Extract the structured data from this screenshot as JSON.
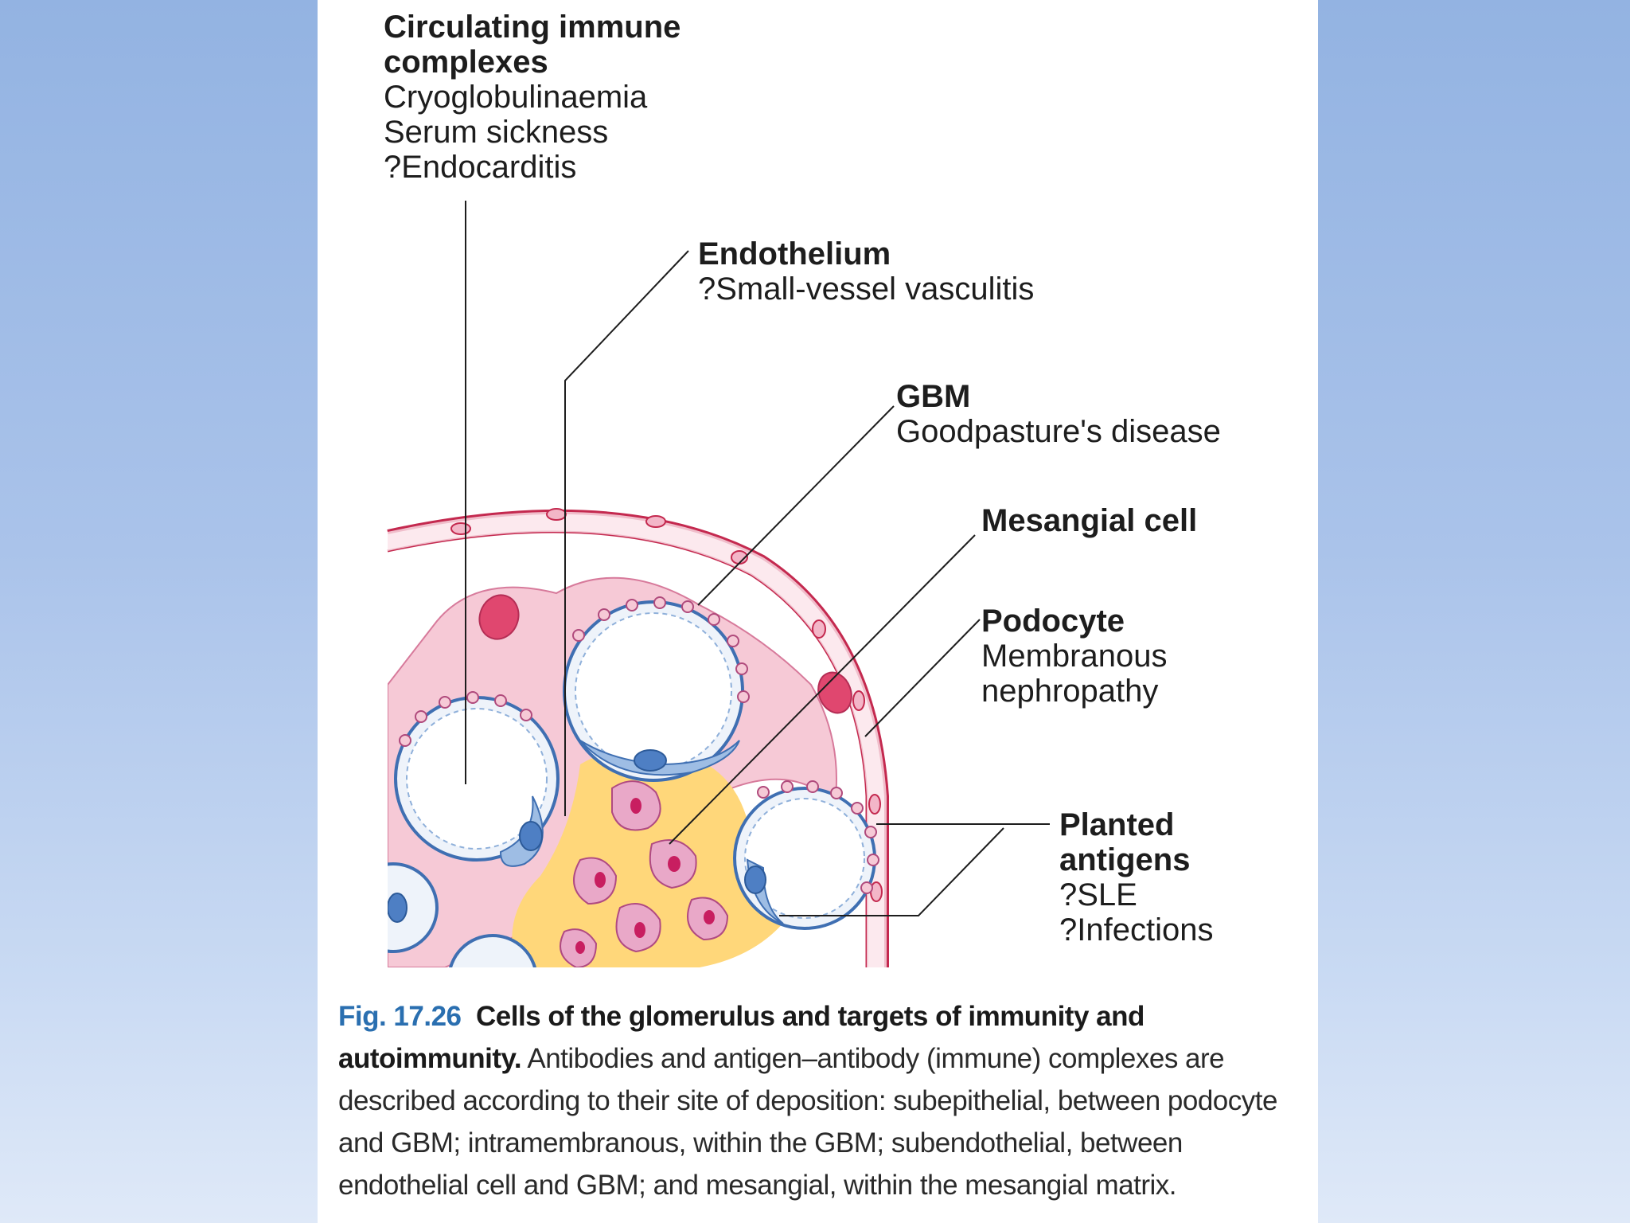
{
  "labels": {
    "circulating": {
      "title_line1": "Circulating immune",
      "title_line2": "complexes",
      "items": [
        "Cryoglobulinaemia",
        "Serum sickness",
        "?Endocarditis"
      ]
    },
    "endothelium": {
      "title": "Endothelium",
      "items": [
        "?Small-vessel vasculitis"
      ]
    },
    "gbm": {
      "title": "GBM",
      "items": [
        "Goodpasture's disease"
      ]
    },
    "mesangial": {
      "title": "Mesangial cell"
    },
    "podocyte": {
      "title": "Podocyte",
      "items": [
        "Membranous",
        "nephropathy"
      ]
    },
    "planted": {
      "title_line1": "Planted",
      "title_line2": "antigens",
      "items": [
        "?SLE",
        "?Infections"
      ]
    }
  },
  "caption": {
    "fig_number": "Fig. 17.26",
    "title": "Cells of the glomerulus and targets of immunity and autoimmunity.",
    "body": "Antibodies and antigen–antibody (immune) complexes are described according to their site of deposition: subepithelial, between podocyte and GBM; intramembranous, within the GBM; subendothelial, between endothelial cell and GBM; and mesangial, within the mesangial matrix."
  },
  "colors": {
    "background_top": "#93b3e2",
    "background_bottom": "#dfe9f8",
    "capsule": "#c4294f",
    "podocyte_fill": "#f6c9d6",
    "endothelium": "#7ea6d6",
    "mesangial_matrix": "#ffd77a",
    "mesangial_cell": "#e9a8c8",
    "nucleus": "#c81e60",
    "fig_label": "#2a6fb0"
  }
}
